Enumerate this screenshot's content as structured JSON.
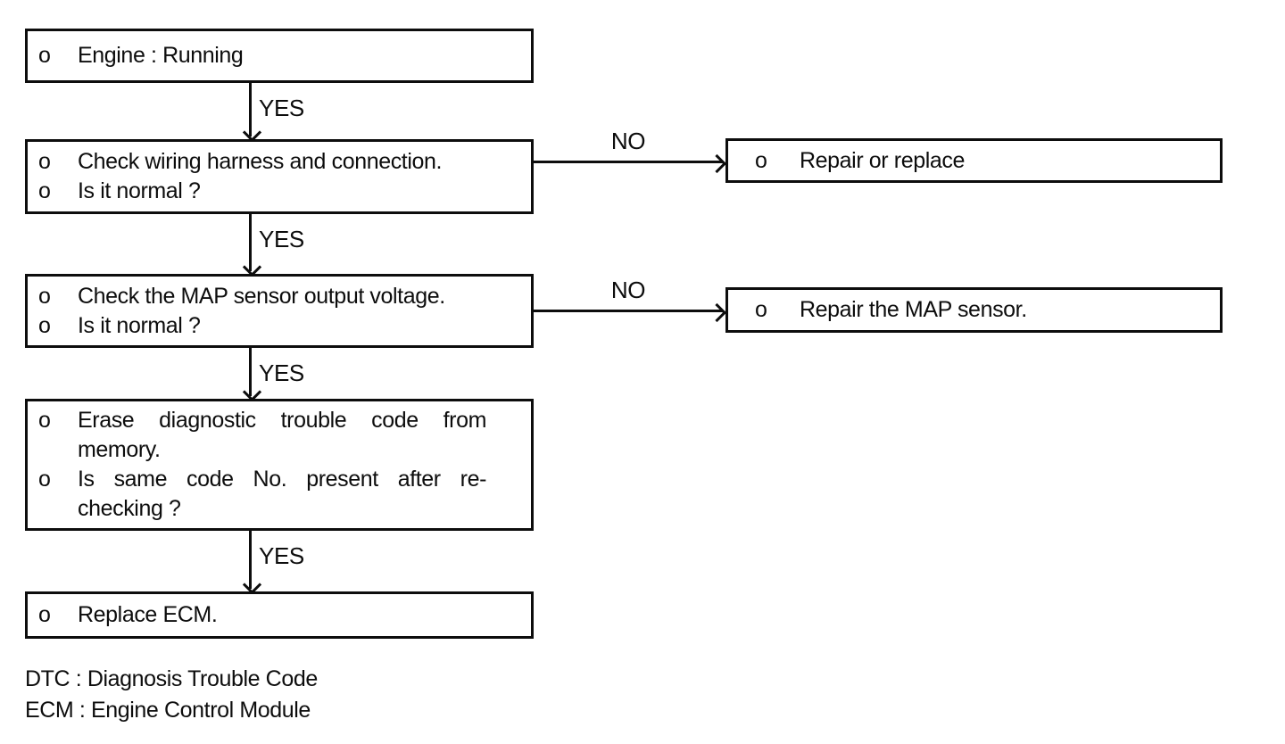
{
  "colors": {
    "ink": "#0d0d0d",
    "background": "#ffffff"
  },
  "flowchart": {
    "bullet_char": "o",
    "boxes": {
      "engine": {
        "lines": [
          "Engine : Running"
        ]
      },
      "check_wiring": {
        "lines": [
          "Check wiring harness and connection.",
          "Is it normal ?"
        ]
      },
      "repair_or_replace": {
        "lines": [
          "Repair or replace"
        ]
      },
      "check_map_sensor": {
        "lines": [
          "Check the MAP sensor output voltage.",
          "Is it normal ?"
        ]
      },
      "repair_map_sensor": {
        "lines": [
          "Repair the MAP sensor."
        ]
      },
      "erase_dtc": {
        "lines": [
          "Erase diagnostic trouble code from memory.",
          "Is same code No. present after re-checking ?"
        ]
      },
      "replace_ecm": {
        "lines": [
          "Replace ECM."
        ]
      }
    },
    "connectors": {
      "yes_1": "YES",
      "yes_2": "YES",
      "yes_3": "YES",
      "yes_4": "YES",
      "no_1": "NO",
      "no_2": "NO"
    }
  },
  "legend": {
    "dtc": "DTC : Diagnosis Trouble Code",
    "ecm": "ECM : Engine Control Module"
  }
}
